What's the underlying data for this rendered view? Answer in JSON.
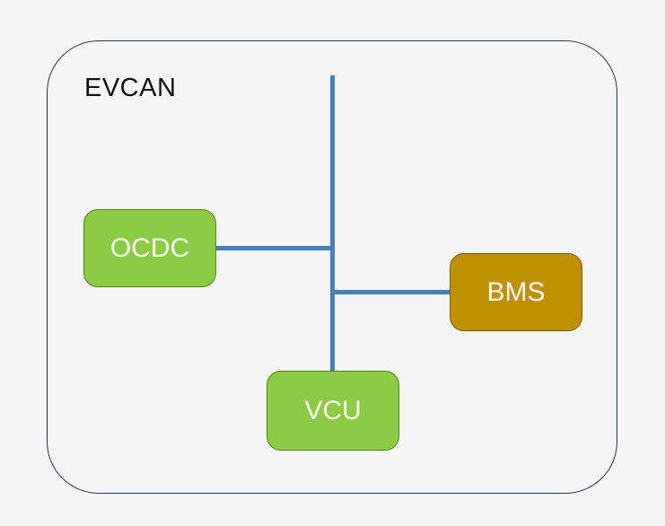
{
  "diagram": {
    "type": "network-topology",
    "container": {
      "label": "EVCAN"
    },
    "nodes": [
      {
        "id": "ocdc",
        "label": "OCDC",
        "fill": "#8ccb43",
        "text_color": "#ffffff"
      },
      {
        "id": "bms",
        "label": "BMS",
        "fill": "#bf9000",
        "text_color": "#ffffff"
      },
      {
        "id": "vcu",
        "label": "VCU",
        "fill": "#8ccb43",
        "text_color": "#ffffff"
      }
    ],
    "edges": [
      {
        "from": "ocdc",
        "to": "bus"
      },
      {
        "from": "bms",
        "to": "bus"
      },
      {
        "from": "vcu",
        "to": "bus"
      }
    ],
    "colors": {
      "background": "#f5f5f6",
      "frame_border": "#24374e",
      "bus_line": "#4a7ebb"
    }
  }
}
